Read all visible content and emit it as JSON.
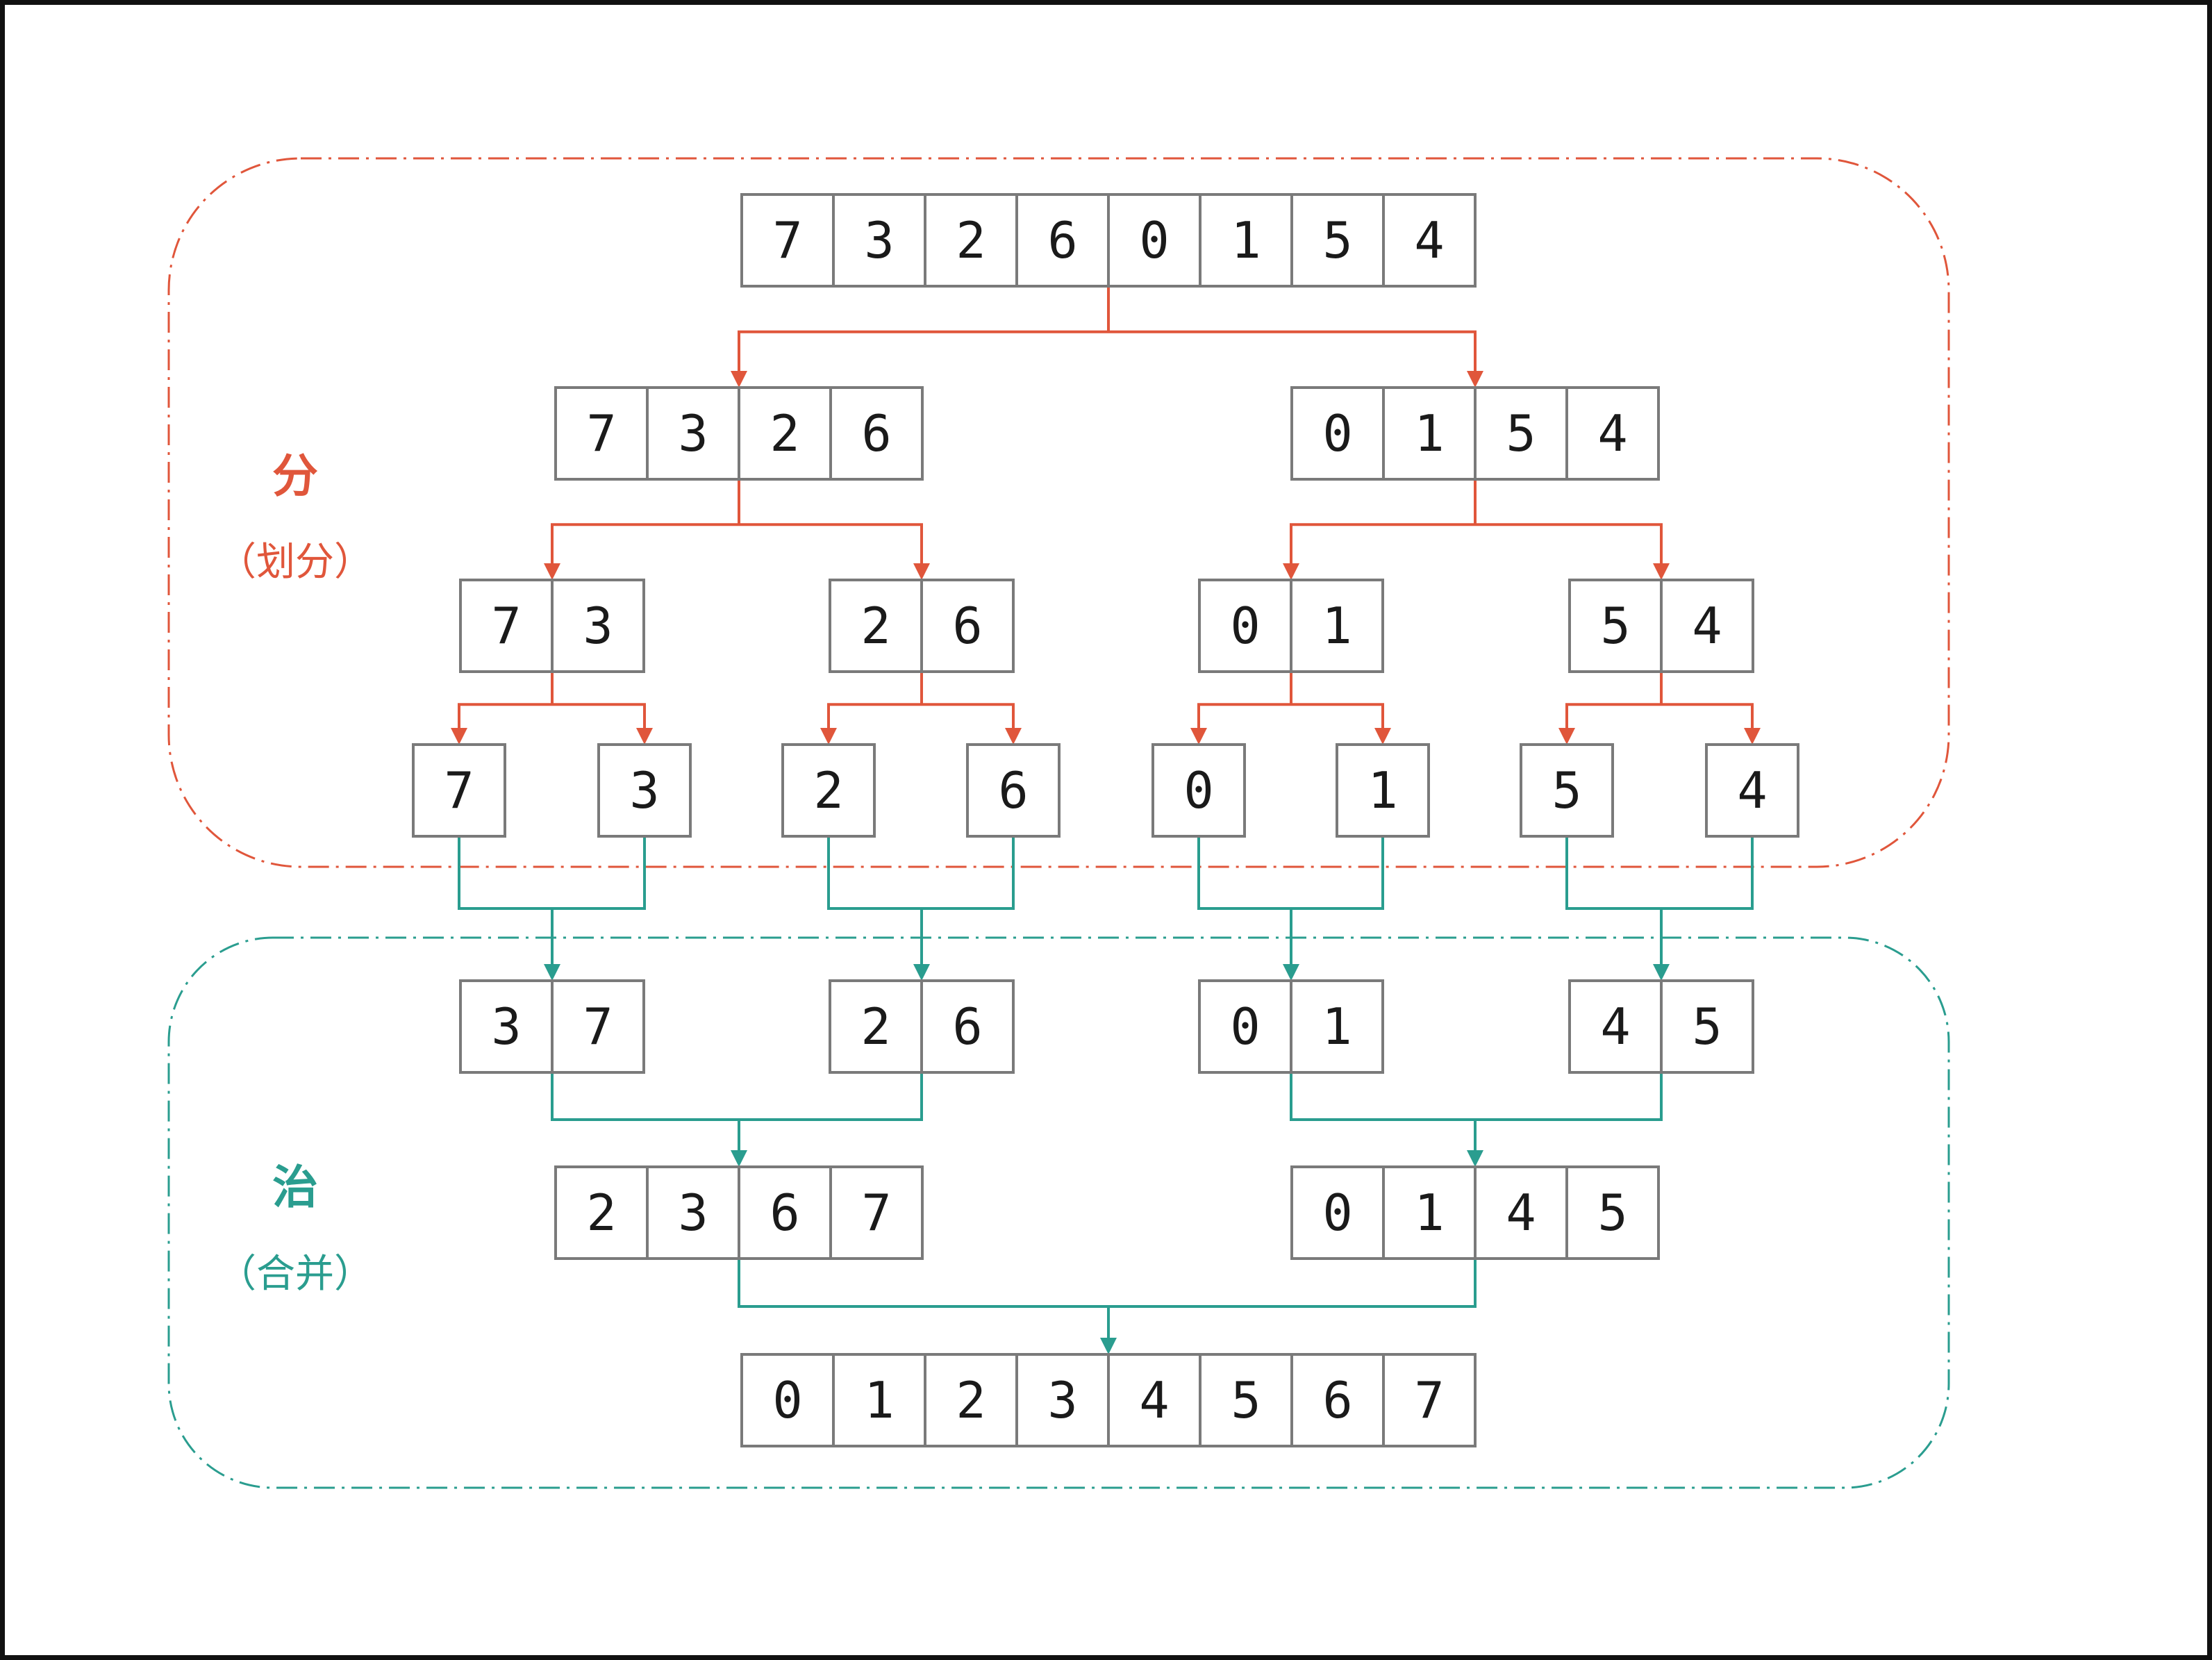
{
  "colors": {
    "divide": "#e0563b",
    "merge": "#2a9d8f",
    "cell_border": "#7a7a7a",
    "text": "#1a1a1a"
  },
  "sections": {
    "divide": {
      "label": "分",
      "sub": "（划分）"
    },
    "merge": {
      "label": "治",
      "sub": "（合并）"
    }
  },
  "divide_levels": [
    [
      [
        7,
        3,
        2,
        6,
        0,
        1,
        5,
        4
      ]
    ],
    [
      [
        7,
        3,
        2,
        6
      ],
      [
        0,
        1,
        5,
        4
      ]
    ],
    [
      [
        7,
        3
      ],
      [
        2,
        6
      ],
      [
        0,
        1
      ],
      [
        5,
        4
      ]
    ],
    [
      [
        7
      ],
      [
        3
      ],
      [
        2
      ],
      [
        6
      ],
      [
        0
      ],
      [
        1
      ],
      [
        5
      ],
      [
        4
      ]
    ]
  ],
  "merge_levels": [
    [
      [
        3,
        7
      ],
      [
        2,
        6
      ],
      [
        0,
        1
      ],
      [
        4,
        5
      ]
    ],
    [
      [
        2,
        3,
        6,
        7
      ],
      [
        0,
        1,
        4,
        5
      ]
    ],
    [
      [
        0,
        1,
        2,
        3,
        4,
        5,
        6,
        7
      ]
    ]
  ]
}
